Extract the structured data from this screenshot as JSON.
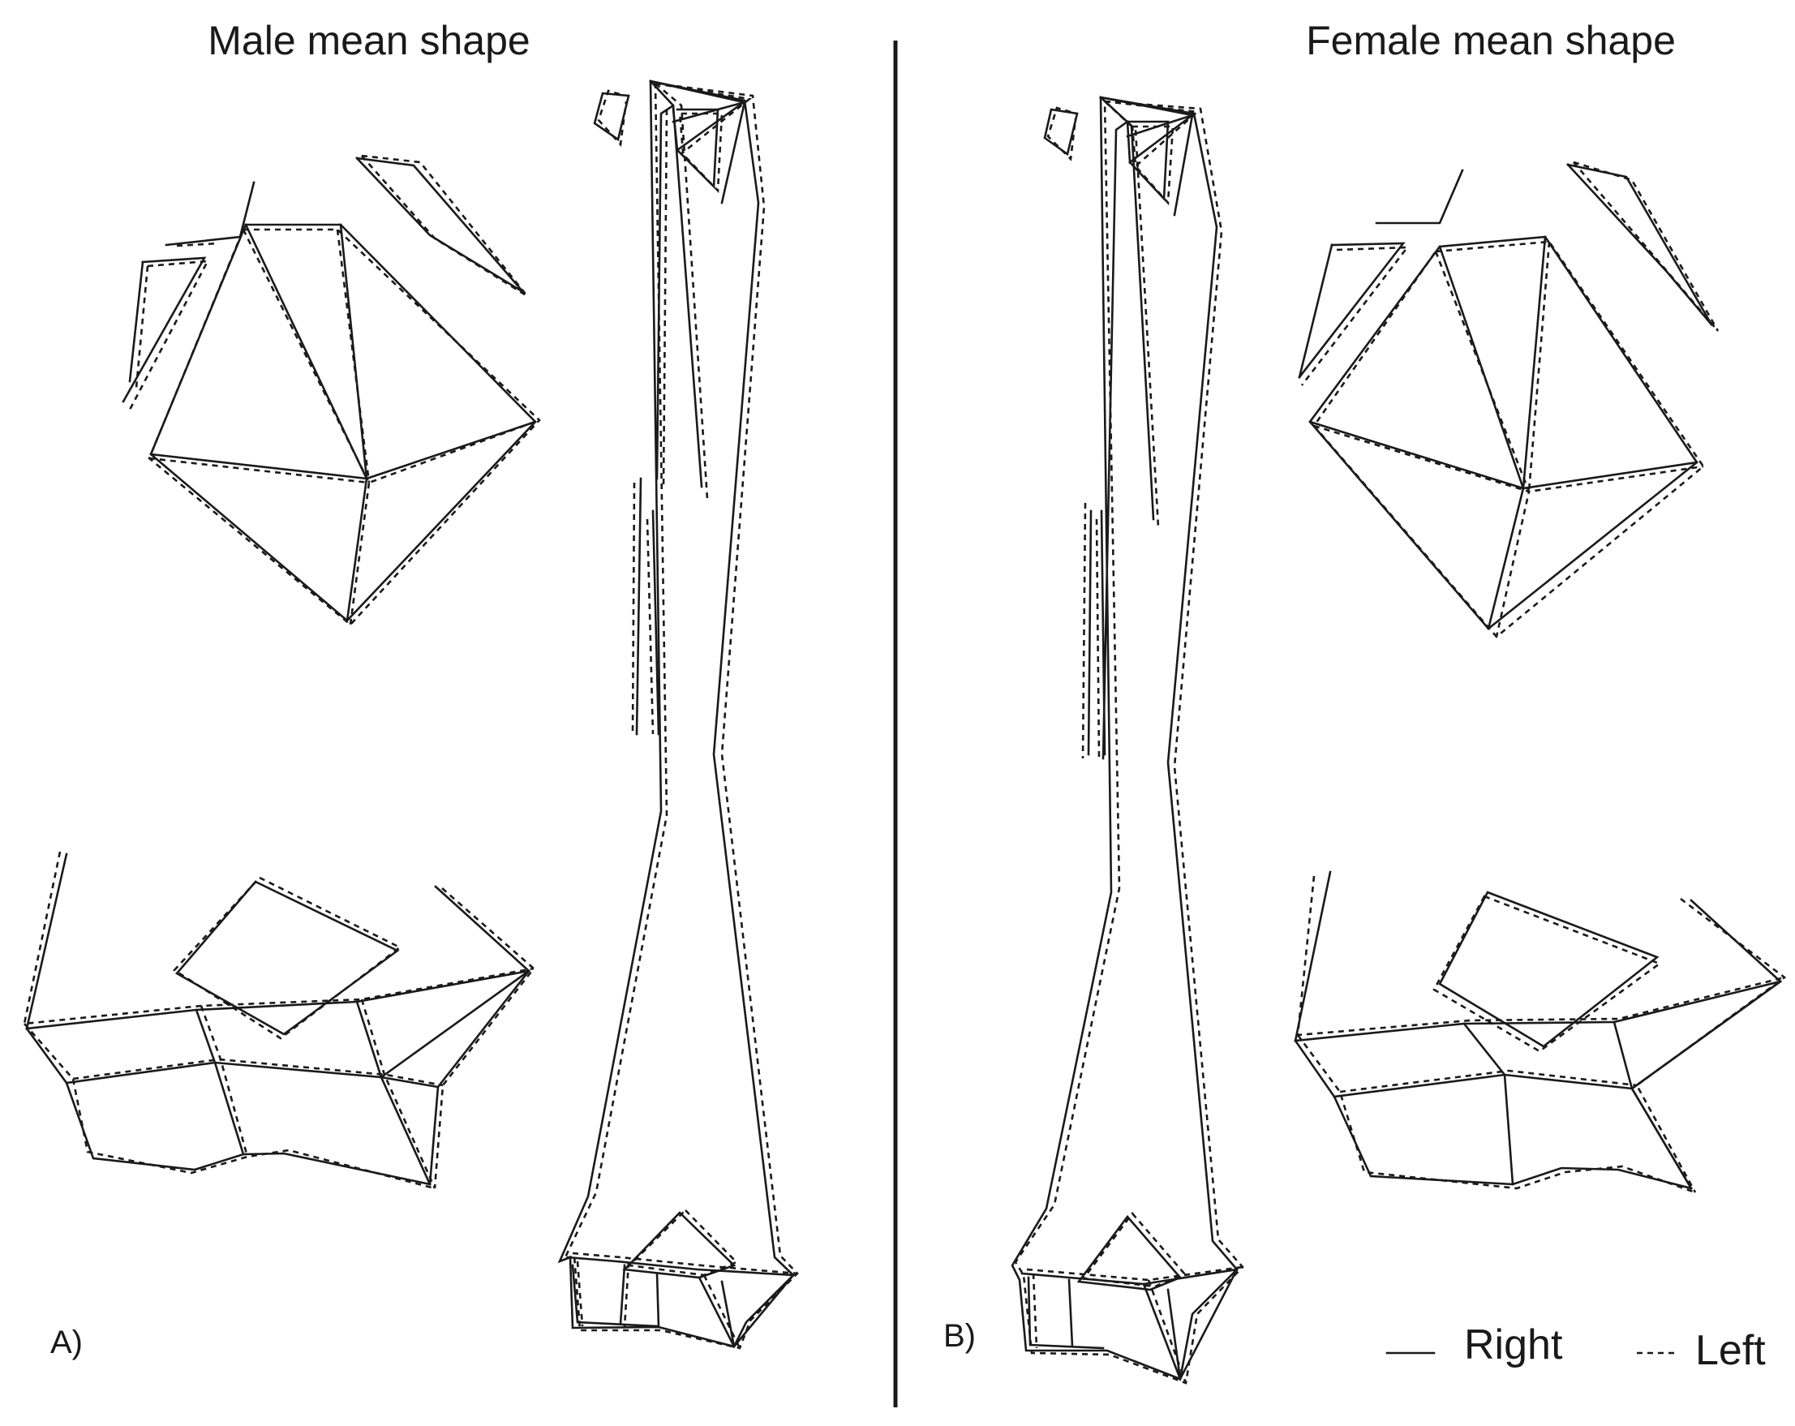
{
  "panels": [
    {
      "id": "A",
      "title": "Male mean shape",
      "label": "A)"
    },
    {
      "id": "B",
      "title": "Female mean shape",
      "label": "B)"
    }
  ],
  "legend": {
    "right_label": "Right",
    "left_label": "Left"
  },
  "colors": {
    "stroke": "#1a1a1a",
    "background": "#ffffff"
  }
}
